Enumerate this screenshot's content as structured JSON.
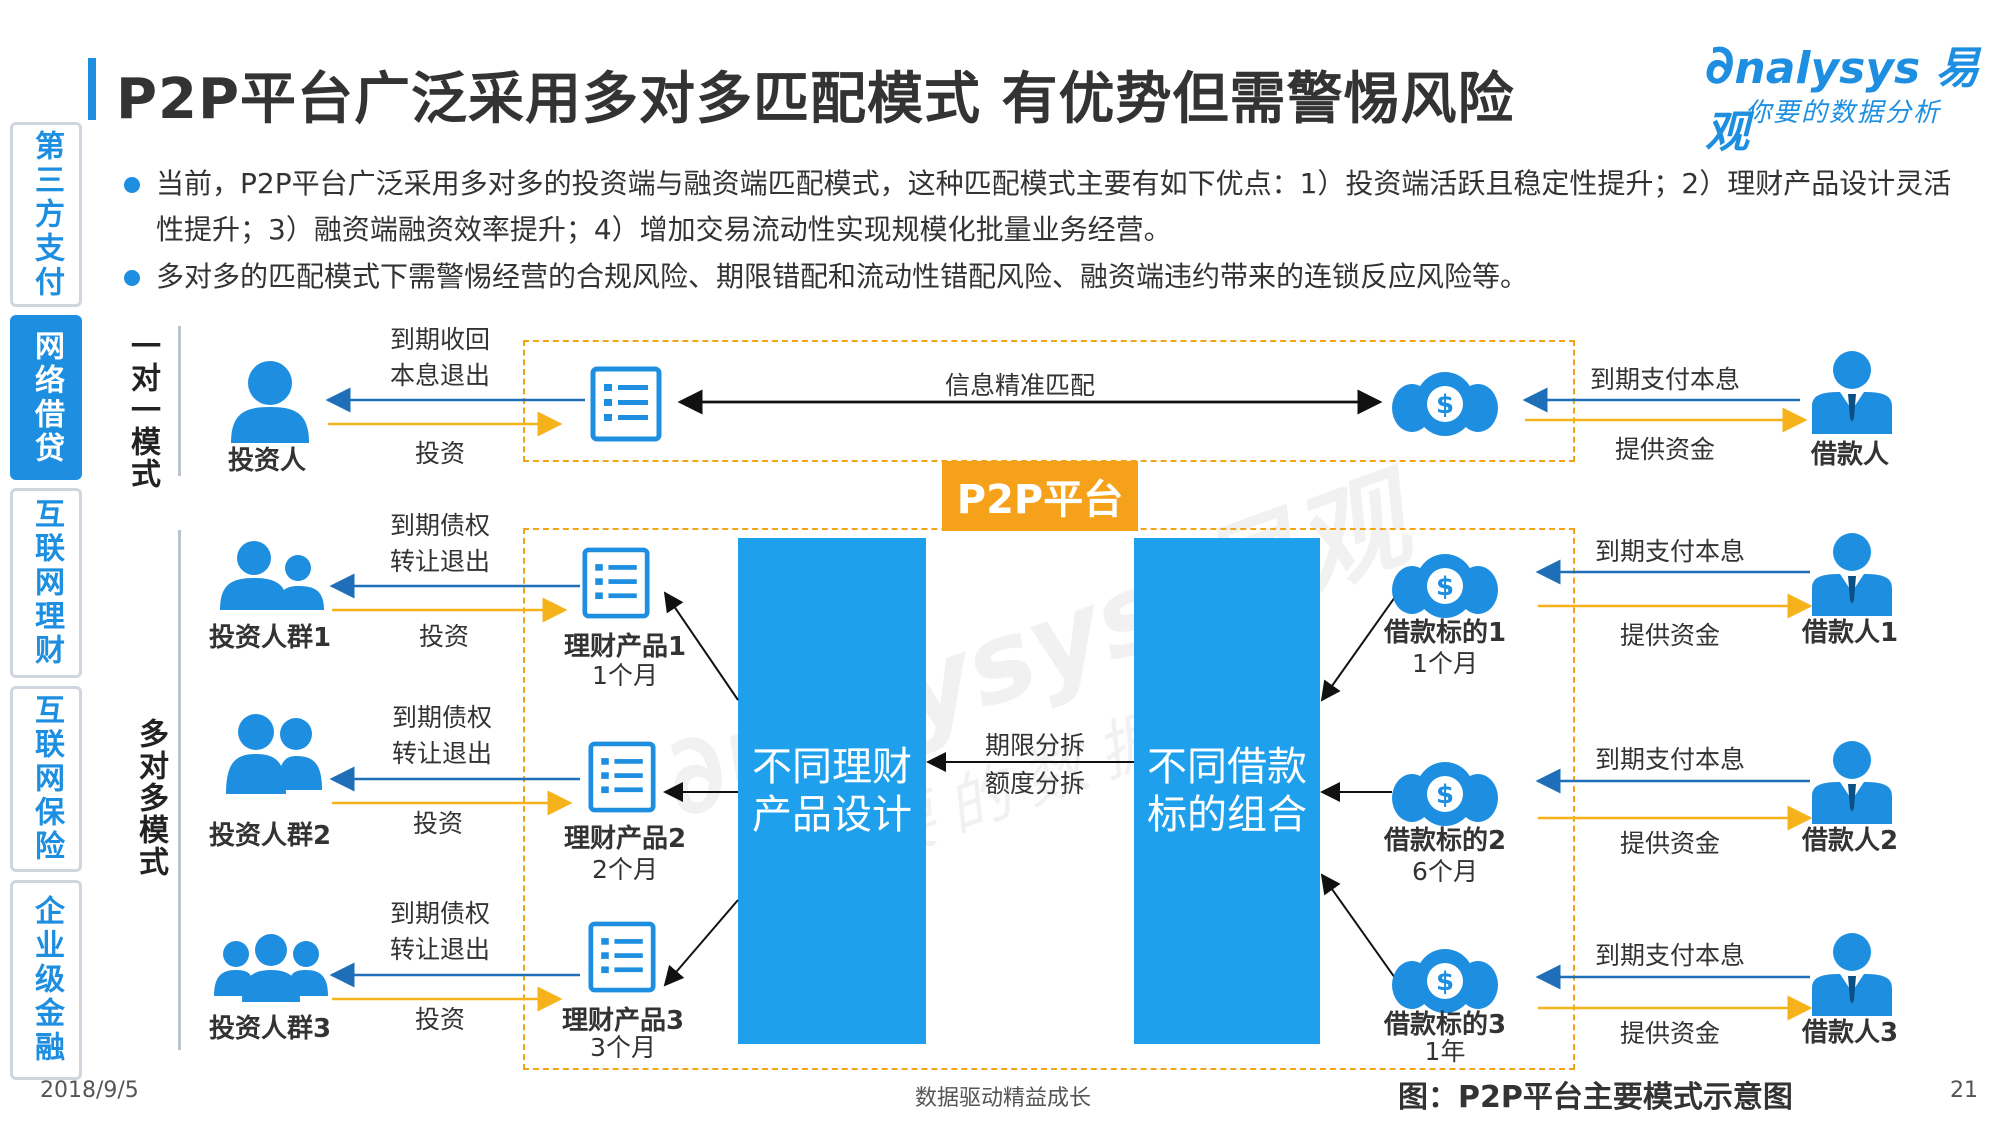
{
  "sidebar": [
    {
      "label": "第三方支付",
      "active": false
    },
    {
      "label": "网络借贷",
      "active": true
    },
    {
      "label": "互联网理财",
      "active": false
    },
    {
      "label": "互联网保险",
      "active": false
    },
    {
      "label": "企业级金融",
      "active": false
    }
  ],
  "title": "P2P平台广泛采用多对多匹配模式  有优势但需警惕风险",
  "logo": {
    "brand": "nalysys 易观",
    "slogan": "你要的数据分析"
  },
  "bullets": [
    "当前，P2P平台广泛采用多对多的投资端与融资端匹配模式，这种匹配模式主要有如下优点：1）投资端活跃且稳定性提升；2）理财产品设计灵活性提升；3）融资端融资效率提升；4）增加交易流动性实现规模化批量业务经营。",
    "多对多的匹配模式下需警惕经营的合规风险、期限错配和流动性错配风险、融资端违约带来的连锁反应风险等。"
  ],
  "diagram": {
    "one_to_one": {
      "section_label": "一对一模式",
      "investor": "投资人",
      "borrower": "借款人",
      "left_top": "到期收回\n本息退出",
      "left_bottom": "投资",
      "middle": "信息精准匹配",
      "right_top": "到期支付本息",
      "right_bottom": "提供资金"
    },
    "platform_label": "P2P平台",
    "many_to_many": {
      "section_label": "多对多模式",
      "product_design": "不同理财\n产品设计",
      "loan_combo": "不同借款\n标的组合",
      "split_top": "期限分拆",
      "split_bottom": "额度分拆",
      "rows": [
        {
          "investor": "投资人群1",
          "exit": "到期债权\n转让退出",
          "invest": "投资",
          "product": "理财产品1",
          "product_term": "1个月",
          "loan": "借款标的1",
          "loan_term": "1个月",
          "repay": "到期支付本息",
          "fund": "提供资金",
          "borrower": "借款人1"
        },
        {
          "investor": "投资人群2",
          "exit": "到期债权\n转让退出",
          "invest": "投资",
          "product": "理财产品2",
          "product_term": "2个月",
          "loan": "借款标的2",
          "loan_term": "6个月",
          "repay": "到期支付本息",
          "fund": "提供资金",
          "borrower": "借款人2"
        },
        {
          "investor": "投资人群3",
          "exit": "到期债权\n转让退出",
          "invest": "投资",
          "product": "理财产品3",
          "product_term": "3个月",
          "loan": "借款标的3",
          "loan_term": "1年",
          "repay": "到期支付本息",
          "fund": "提供资金",
          "borrower": "借款人3"
        }
      ]
    },
    "colors": {
      "blue": "#1e8fe0",
      "orange": "#f5a11a",
      "arrow_blue": "#1e6fb8",
      "arrow_yellow": "#f5b21a"
    }
  },
  "footer": {
    "date": "2018/9/5",
    "center": "数据驱动精益成长",
    "caption": "图：P2P平台主要模式示意图",
    "page": "21"
  }
}
